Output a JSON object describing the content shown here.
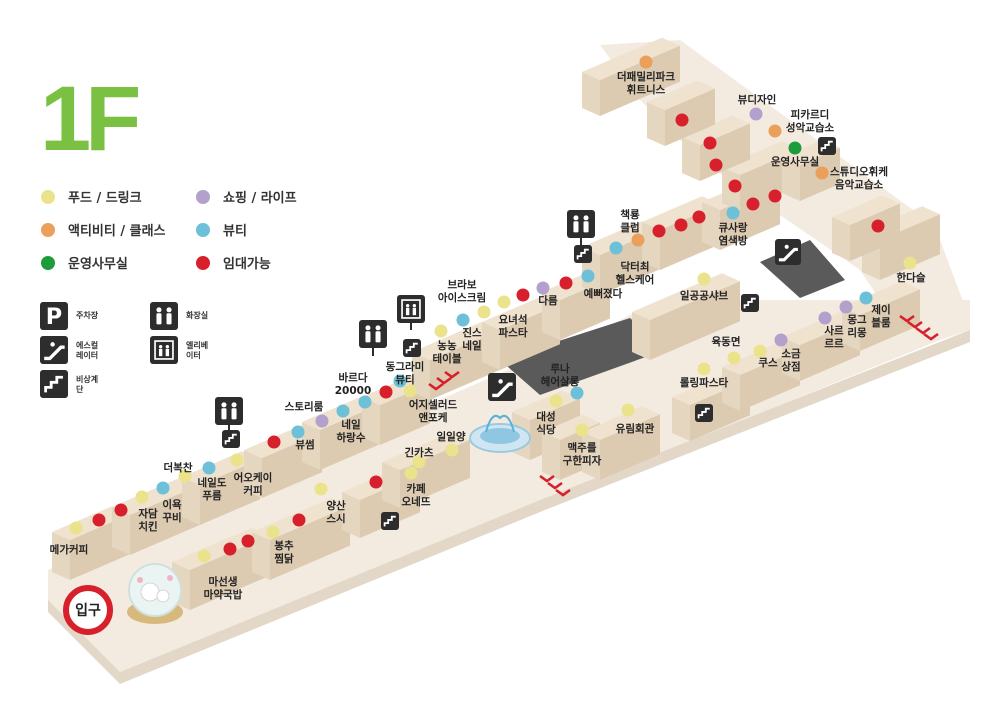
{
  "floor_title": "1F",
  "entrance_label": "입구",
  "colors": {
    "floor": "#f4ebe0",
    "floor_edge": "#e3d7c8",
    "block_top": "#efe2cf",
    "block_left": "#e5d6c0",
    "block_front": "#dccab1",
    "dark_area": "#5a5a5a",
    "title_green": "#7ac143",
    "food": "#ebe38b",
    "activity": "#eaa05a",
    "office": "#1e9b3a",
    "shopping": "#b3a0cc",
    "beauty": "#6cc0d8",
    "vacant": "#d7202c",
    "entrance_ring": "#d7202c",
    "icon_dark": "#2d2d2d",
    "arrow_red": "#d7202c"
  },
  "legend": {
    "categories": [
      {
        "label": "푸드 / 드링크",
        "color_key": "food"
      },
      {
        "label": "쇼핑 / 라이프",
        "color_key": "shopping"
      },
      {
        "label": "액티비티 / 클래스",
        "color_key": "activity"
      },
      {
        "label": "뷰티",
        "color_key": "beauty"
      },
      {
        "label": "운영사무실",
        "color_key": "office"
      },
      {
        "label": "임대가능",
        "color_key": "vacant"
      }
    ],
    "facilities": [
      {
        "label": "주차장",
        "icon": "parking-icon"
      },
      {
        "label": "화장실",
        "icon": "restroom-icon"
      },
      {
        "label": "에스컬레이터",
        "icon": "escalator-icon"
      },
      {
        "label": "엘리베이터",
        "icon": "elevator-icon"
      },
      {
        "label": "비상계단",
        "icon": "emergency-stairs-icon"
      }
    ]
  },
  "stores": [
    {
      "id": "megacoffee",
      "label": "메가커피",
      "category": "food"
    },
    {
      "id": "jadamchicken",
      "label": "자담\n치킨",
      "category": "food"
    },
    {
      "id": "idongkkubi",
      "label": "이욕\n꾸비",
      "category": "beauty"
    },
    {
      "id": "deobokchan",
      "label": "더복찬",
      "category": "food"
    },
    {
      "id": "neildofureum",
      "label": "네일도\n푸름",
      "category": "beauty"
    },
    {
      "id": "eookeicoffee",
      "label": "어오케이\n커피",
      "category": "food"
    },
    {
      "id": "storyroom",
      "label": "스토리룸",
      "category": "shopping"
    },
    {
      "id": "byusseom",
      "label": "뷰썸",
      "category": "beauty"
    },
    {
      "id": "neilharangsu",
      "label": "네일\n하랑수",
      "category": "beauty"
    },
    {
      "id": "bareuda",
      "label": "바르다\n20000",
      "category": "beauty"
    },
    {
      "id": "donggeurami",
      "label": "동그라미\n뷰티",
      "category": "beauty"
    },
    {
      "id": "eojisellerd",
      "label": "어지셀러드\n앤포케",
      "category": "food"
    },
    {
      "id": "nongnong",
      "label": "농농\n테이블",
      "category": "food"
    },
    {
      "id": "jinseuneil",
      "label": "진스\n네일",
      "category": "beauty"
    },
    {
      "id": "brabo",
      "label": "브라보\n아이스크림",
      "category": "food"
    },
    {
      "id": "yonyeoseok",
      "label": "요녀석\n파스타",
      "category": "food"
    },
    {
      "id": "dareum",
      "label": "다름",
      "category": "shopping"
    },
    {
      "id": "yeppeojyeotda",
      "label": "예뻐졌다",
      "category": "beauty"
    },
    {
      "id": "doctorchoi",
      "label": "닥터최\n헬스케어",
      "category": "beauty"
    },
    {
      "id": "chaekrongclub",
      "label": "책룡\n클럽",
      "category": "activity"
    },
    {
      "id": "thefamilypark",
      "label": "더패밀리파크\n휘트니스",
      "category": "activity"
    },
    {
      "id": "byudijain",
      "label": "뷰디자인",
      "category": "shopping"
    },
    {
      "id": "picardy",
      "label": "피카르디\n성악교습소",
      "category": "activity"
    },
    {
      "id": "office",
      "label": "운영사무실",
      "category": "office"
    },
    {
      "id": "studiohwike",
      "label": "스튜디오휘케\n음악교습소",
      "category": "activity"
    },
    {
      "id": "kyusarang",
      "label": "큐사랑\n염색방",
      "category": "beauty"
    },
    {
      "id": "ilgeonggongshabu",
      "label": "일공공샤브",
      "category": "food"
    },
    {
      "id": "handasul",
      "label": "한다슬",
      "category": "food"
    },
    {
      "id": "jeiblum",
      "label": "제이\n블룸",
      "category": "beauty"
    },
    {
      "id": "monggeulimong",
      "label": "몽그\n리몽",
      "category": "shopping"
    },
    {
      "id": "sareureure",
      "label": "사르\n르르",
      "category": "shopping"
    },
    {
      "id": "sogeumsangjeom",
      "label": "소금\n상점",
      "category": "shopping"
    },
    {
      "id": "kuseu",
      "label": "쿠스",
      "category": "food"
    },
    {
      "id": "yukdongmyeon",
      "label": "육동면",
      "category": "food"
    },
    {
      "id": "rollingpasta",
      "label": "롤링파스타",
      "category": "food"
    },
    {
      "id": "yurimhoegwan",
      "label": "유림회관",
      "category": "food"
    },
    {
      "id": "maekjureul",
      "label": "맥주를\n구한피자",
      "category": "food"
    },
    {
      "id": "daeseongsikdang",
      "label": "대성\n식당",
      "category": "food"
    },
    {
      "id": "runahairsalon",
      "label": "루나\n헤어살롱",
      "category": "beauty"
    },
    {
      "id": "ililyang",
      "label": "일일양",
      "category": "food"
    },
    {
      "id": "ginkachseu",
      "label": "긴카츠",
      "category": "food"
    },
    {
      "id": "cafeonede",
      "label": "카페\n오네뜨",
      "category": "food"
    },
    {
      "id": "yangsansushi",
      "label": "양산\n스시",
      "category": "food"
    },
    {
      "id": "bongchujjimdak",
      "label": "봉추\n찜닭",
      "category": "food"
    },
    {
      "id": "maseonsaeng",
      "label": "마선생\n마약국밥",
      "category": "food"
    }
  ]
}
